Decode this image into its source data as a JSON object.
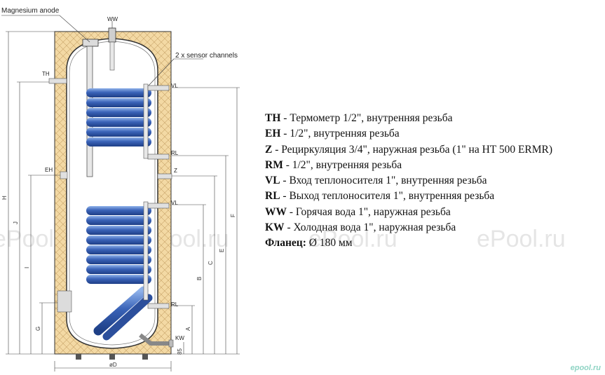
{
  "labels": {
    "magnesium_anode": "Magnesium anode",
    "sensor_channels": "2 x sensor channels",
    "ww": "WW",
    "th": "TH",
    "eh": "EH",
    "vl_top": "VL",
    "rl_top": "RL",
    "z": "Z",
    "vl_bottom": "VL",
    "rl_bottom": "RL",
    "kw": "KW"
  },
  "dimensions": {
    "h": "H",
    "j": "J",
    "i": "I",
    "g": "G",
    "f": "F",
    "e": "E",
    "c": "C",
    "b": "B",
    "a": "A",
    "val_85": "85",
    "diameter": "øD"
  },
  "legend": [
    {
      "key": "TH",
      "text": " - Термометр 1/2\", внутренняя резьба"
    },
    {
      "key": "EH",
      "text": " - 1/2\", внутренняя резьба"
    },
    {
      "key": "Z",
      "text": " - Рециркуляция 3/4\", наружная резьба (1\" на HT 500 ERMR)"
    },
    {
      "key": "RM",
      "text": " - 1/2\", внутренняя резьба"
    },
    {
      "key": "VL",
      "text": " - Вход теплоносителя 1\", внутренняя резьба"
    },
    {
      "key": "RL",
      "text": " - Выход теплоносителя 1\", внутренняя резьба"
    },
    {
      "key": "WW",
      "text": " - Горячая вода 1\", наружная резьба"
    },
    {
      "key": "KW",
      "text": " - Холодная вода 1\", наружная резьба"
    },
    {
      "key": "Фланец:",
      "text": " Ø 180 мм"
    }
  ],
  "watermarks": [
    "ePool.ru",
    "ePool.ru",
    "ePool.ru",
    "ePool.ru"
  ],
  "brand": "epool.ru",
  "colors": {
    "insulation": "#f3d9a4",
    "coil": "#3a63b8",
    "coil_light": "#7aa0e0",
    "tank_outline": "#333333"
  }
}
